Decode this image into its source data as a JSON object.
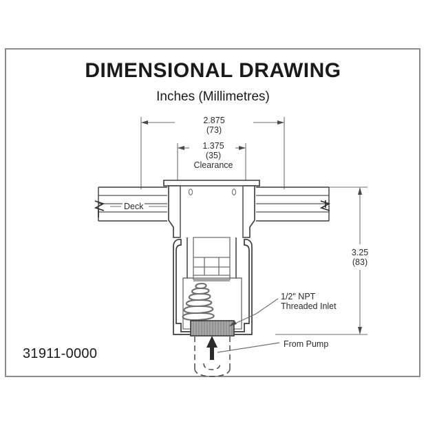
{
  "document": {
    "title": "DIMENSIONAL DRAWING",
    "subtitle": "Inches (Millimetres)",
    "part_number": "31911-0000"
  },
  "dimensions": {
    "overall_width": {
      "inches": "2.875",
      "millimetres": "(73)"
    },
    "clearance_width": {
      "inches": "1.375",
      "millimetres": "(35)",
      "note": "Clearance"
    },
    "overall_height": {
      "inches": "3.25",
      "millimetres": "(83)"
    }
  },
  "callouts": {
    "deck": "Deck",
    "threaded_inlet_line1": "1/2\" NPT",
    "threaded_inlet_line2": "Threaded Inlet",
    "from_pump": "From Pump"
  },
  "colors": {
    "line": "#3a3a3a",
    "light_line": "#8c8c8c",
    "hatch": "#9a9a9a",
    "frame": "#8c8c8c",
    "background": "#ffffff",
    "text": "#1a1a1a"
  },
  "icons": {
    "flow_arrow": "flow-arrow-up-icon",
    "break_symbol": "break-line-icon",
    "screw_hole": "screw-hole-icon",
    "spring": "spring-coil-icon"
  }
}
